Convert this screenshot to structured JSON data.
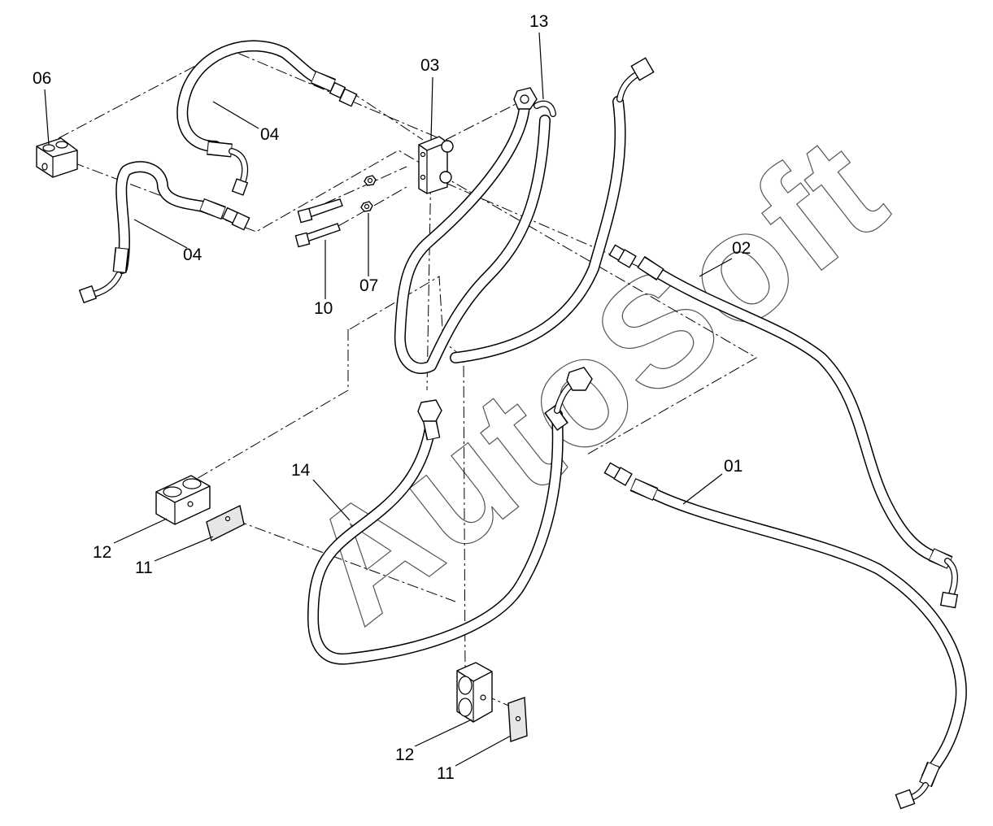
{
  "watermark": "AutoSoft",
  "callouts": [
    {
      "id": "label-06",
      "text": "06"
    },
    {
      "id": "label-04-top",
      "text": "04"
    },
    {
      "id": "label-04-bottom",
      "text": "04"
    },
    {
      "id": "label-03",
      "text": "03"
    },
    {
      "id": "label-13",
      "text": "13"
    },
    {
      "id": "label-10",
      "text": "10"
    },
    {
      "id": "label-07",
      "text": "07"
    },
    {
      "id": "label-02",
      "text": "02"
    },
    {
      "id": "label-01",
      "text": "01"
    },
    {
      "id": "label-14",
      "text": "14"
    },
    {
      "id": "label-12-left",
      "text": "12"
    },
    {
      "id": "label-11-left",
      "text": "11"
    },
    {
      "id": "label-12-bottom",
      "text": "12"
    },
    {
      "id": "label-11-bottom",
      "text": "11"
    }
  ]
}
